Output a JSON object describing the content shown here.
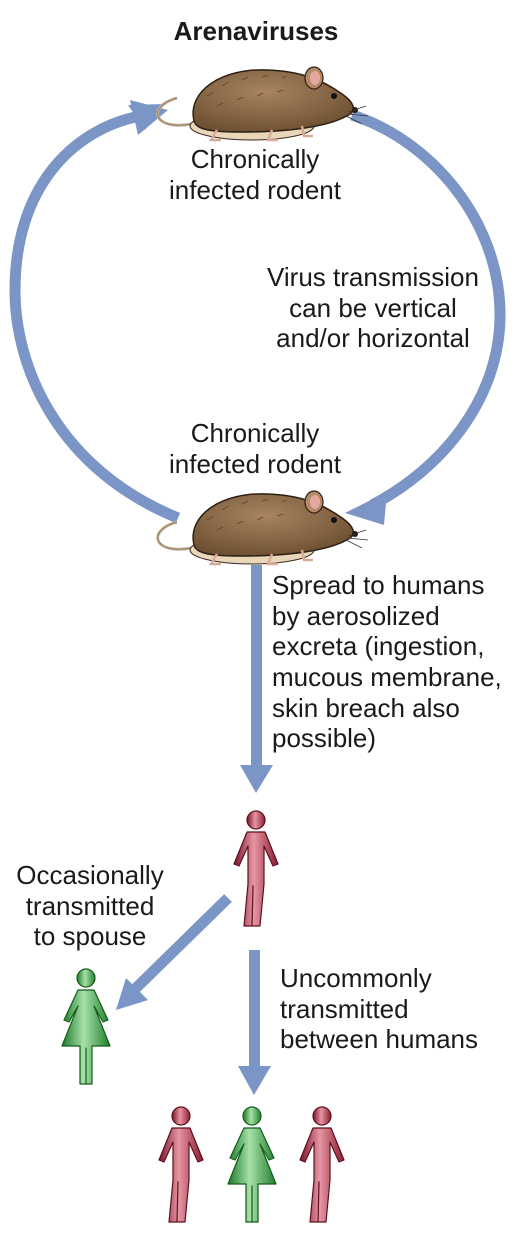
{
  "title": "Arenaviruses",
  "labels": {
    "rodent_top": [
      "Chronically",
      "infected rodent"
    ],
    "transmission": [
      "Virus transmission",
      "can be vertical",
      "and/or horizontal"
    ],
    "rodent_bottom": [
      "Chronically",
      "infected rodent"
    ],
    "spread": [
      "Spread to humans",
      "by aerosolized",
      "excreta (ingestion,",
      "mucous membrane,",
      "skin breach also",
      "possible)"
    ],
    "spouse": [
      "Occasionally",
      "transmitted",
      "to spouse"
    ],
    "between": [
      "Uncommonly",
      "transmitted",
      "between humans"
    ]
  },
  "colors": {
    "arrow": "#7b96c6",
    "rodent_body": "#8a6b48",
    "rodent_belly": "#e8d7b8",
    "male_figure": "#b8334a",
    "female_figure": "#3fa34a"
  },
  "icons": [
    "rodent-icon",
    "male-person-icon",
    "female-person-icon"
  ]
}
